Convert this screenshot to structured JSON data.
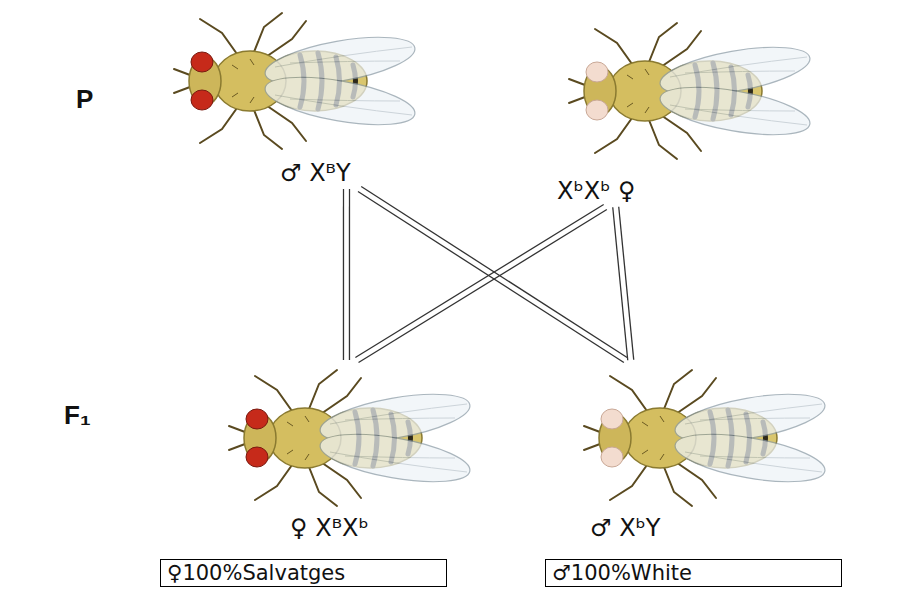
{
  "diagram": {
    "nodes": [
      {
        "text": [
          "♂ XᴮY"
        ]
      },
      {
        "text": [
          "XᵇXᵇ ♀"
        ]
      },
      {
        "text": [
          "♀ XᴮXᵇ"
        ]
      },
      {
        "text": [
          "♂ XᵇY"
        ]
      },
      {
        "text": [
          "♀100%Salvatges"
        ]
      },
      {
        "text": [
          "♂100%White"
        ]
      }
    ],
    "edges": [
      {
        "from": 0,
        "to": 2,
        "arrow": "none"
      },
      {
        "from": 0,
        "to": 3,
        "arrow": "none"
      },
      {
        "from": 1,
        "to": 2,
        "arrow": "none"
      },
      {
        "from": 1,
        "to": 3,
        "arrow": "none"
      }
    ],
    "labels": [
      "P",
      "F₁"
    ]
  }
}
